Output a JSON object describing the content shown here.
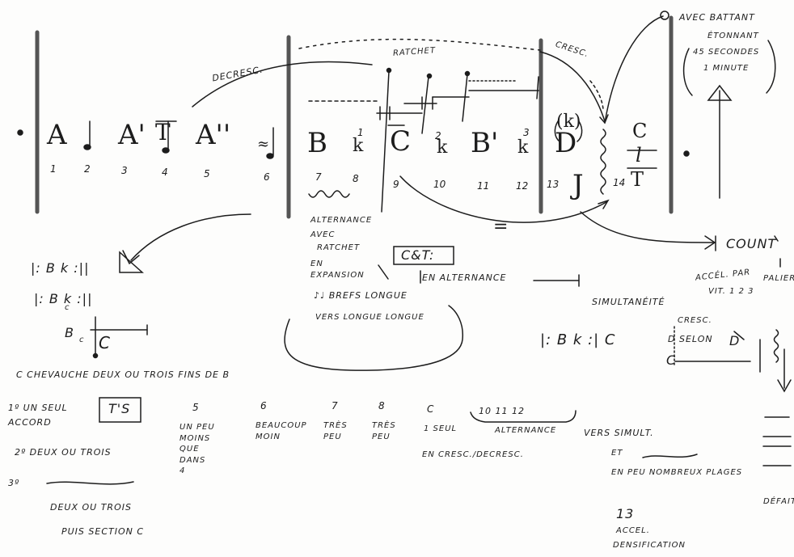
{
  "top": {
    "decresc": "DECRESC.",
    "ratchet": "RATCHET",
    "cresc": "CRESC.",
    "avec_battant": "AVEC BATTANT",
    "etonnant": "ÉTONNANT",
    "secondes": "45 SECONDES",
    "minute": "1 MINUTE"
  },
  "staff": {
    "letters": [
      "A",
      "A'",
      "T",
      "A''",
      "B",
      "C",
      "B'",
      "D",
      "J"
    ],
    "k_marks": [
      "k",
      "k",
      "k",
      "(k)"
    ],
    "k_sup": [
      "1",
      "2",
      "3"
    ],
    "fraction": {
      "top": "C",
      "mid": "l",
      "bottom": "T"
    },
    "numbers": [
      "1",
      "2",
      "3",
      "4",
      "5",
      "6",
      "7",
      "8",
      "9",
      "10",
      "11",
      "12",
      "13",
      "14"
    ],
    "approx": "≈",
    "equals": "="
  },
  "middle": {
    "altern": "ALTERNANCE",
    "avec": "AVEC",
    "ratchet": "RATCHET",
    "en": "EN",
    "expansion": "EXPANSION",
    "brefs": "♪♩ BREFS LONGUE",
    "vers": "VERS LONGUE LONGUE",
    "ct": "C&T:",
    "en_alternance": "EN ALTERNANCE",
    "simultaneite": "SIMULTANÉITÉ",
    "count": "COUNT",
    "accel": "ACCÉL. PAR",
    "vit": "VIT. 1 2 3",
    "palier": "PALIERS",
    "cresc2": "CRESC.",
    "delon": "D SELON",
    "d_label": "D",
    "c_label": "C",
    "bki_line": "|: B  k :| C"
  },
  "left": {
    "bk1": "|: B k :||",
    "bk2": "|: B k :||",
    "bk2_sub": "c",
    "bc": "B",
    "bc_c": "C",
    "bc_sub": "c",
    "chevauche": "C CHEVAUCHE DEUX OU TROIS FINS DE B",
    "premier": "1º UN SEUL ACCORD",
    "premier_box": "T'S",
    "deux": "2º DEUX OU TROIS",
    "trois": "3º",
    "trois_b": "DEUX OU TROIS",
    "puis": "PUIS SECTION C"
  },
  "table": {
    "cols": [
      {
        "num": "5",
        "text": [
          "UN PEU",
          "MOINS",
          "QUE",
          "DANS",
          "4"
        ]
      },
      {
        "num": "6",
        "text": [
          "BEAUCOUP",
          "MOIN"
        ]
      },
      {
        "num": "7",
        "text": [
          "TRÈS",
          "PEU"
        ]
      },
      {
        "num": "8",
        "text": [
          "TRÈS",
          "PEU"
        ]
      },
      {
        "num": "C",
        "text": [
          "1 SEUL"
        ]
      }
    ],
    "bracket_nums": "10  11  12",
    "alternance": "ALTERNANCE",
    "vers_simult": "VERS SIMULT.",
    "et": "ET",
    "en_peu": "EN PEU NOMBREUX PLAGES",
    "cresc_decresc": "EN CRESC./DECRESC.",
    "thirteen": "13",
    "accel": "ACCEL.",
    "densification": "DENSIFICATION",
    "defait": "DÉFAIT"
  }
}
